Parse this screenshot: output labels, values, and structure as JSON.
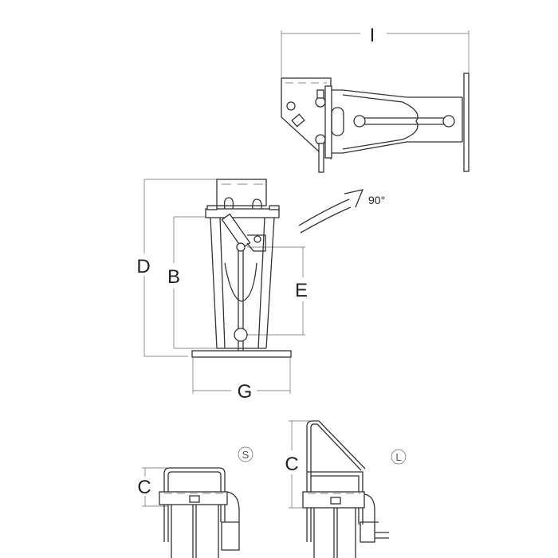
{
  "diagram": {
    "dimensions": {
      "I": "I",
      "D": "D",
      "B": "B",
      "E": "E",
      "G": "G",
      "C_small": "C",
      "C_large": "C"
    },
    "rotation": "90°",
    "variants": {
      "small": "S",
      "large": "L"
    },
    "colors": {
      "line": "#333333",
      "background": "#ffffff"
    }
  }
}
